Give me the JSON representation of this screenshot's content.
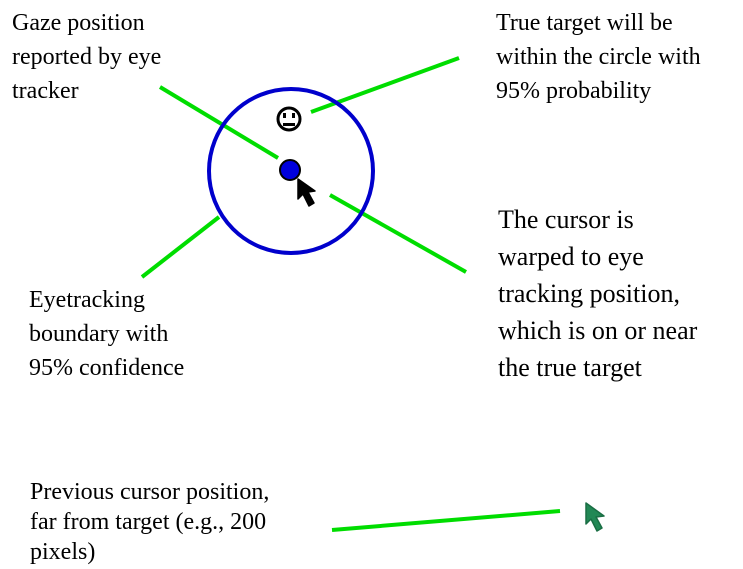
{
  "labels": {
    "gaze": [
      "Gaze position",
      "reported by eye",
      "tracker"
    ],
    "true_target": [
      "True target will be",
      "within the circle with",
      "95% probability"
    ],
    "boundary": [
      "Eyetracking",
      "boundary with",
      "95% confidence"
    ],
    "cursor_warp": [
      "The cursor is",
      "warped to eye",
      "tracking position,",
      "which is on or near",
      "the true target"
    ],
    "previous_cursor": [
      "Previous cursor position,",
      "far from target (e.g., 200",
      "pixels)"
    ]
  },
  "colors": {
    "connector": "#00dd00",
    "boundary_circle": "#0000cc",
    "gaze_dot": "#0000dd",
    "current_cursor": "#000000",
    "previous_cursor": "#228855",
    "text": "#000000"
  },
  "icons": {
    "target": "smiley-face-icon",
    "current_cursor": "mouse-pointer-icon",
    "previous_cursor": "mouse-pointer-icon"
  }
}
